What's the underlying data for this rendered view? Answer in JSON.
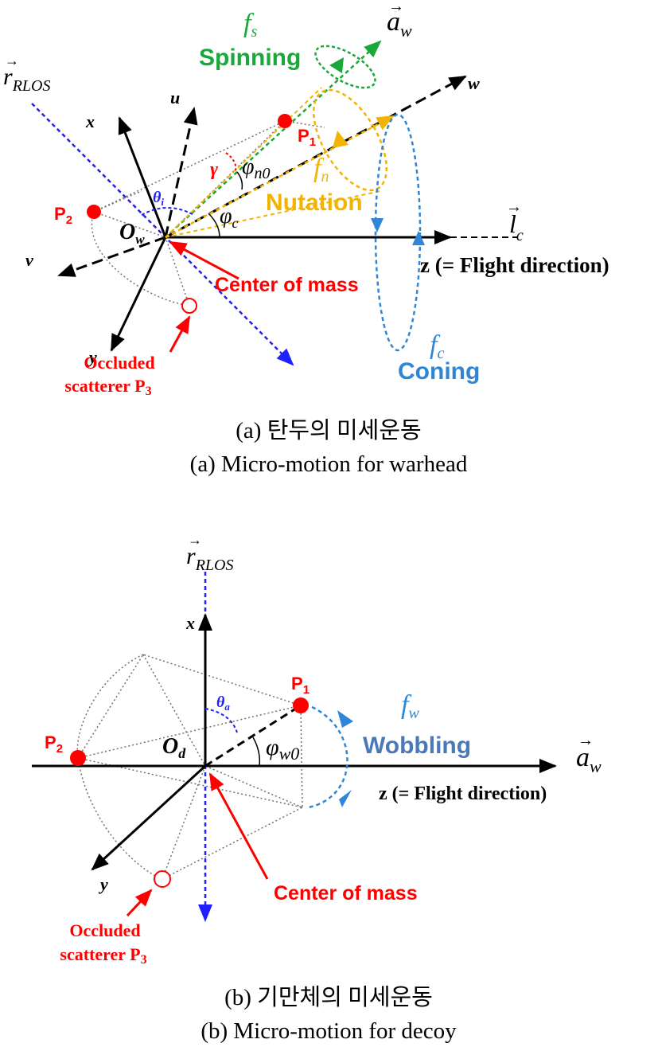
{
  "figure_a": {
    "r_rlos_label": "r",
    "r_rlos_sub": "RLOS",
    "axis_x": "x",
    "axis_y": "y",
    "axis_u": "u",
    "axis_v": "v",
    "axis_w": "w",
    "a_w_label": "a",
    "a_w_sub": "w",
    "l_c_label": "l",
    "l_c_sub": "c",
    "z_label": "z (= Flight direction)",
    "fs": "f",
    "fs_sub": "s",
    "spinning": "Spinning",
    "fn": "f",
    "fn_sub": "n",
    "nutation": "Nutation",
    "fc": "f",
    "fc_sub": "c",
    "coning": "Coning",
    "p1": "P",
    "p1_sub": "1",
    "p2": "P",
    "p2_sub": "2",
    "origin": "O",
    "origin_sub": "w",
    "theta": "θ",
    "theta_sub": "i",
    "gamma": "γ",
    "phi_n0": "φ",
    "phi_n0_sub": "n0",
    "phi_c": "φ",
    "phi_c_sub": "c",
    "center_mass": "Center of mass",
    "occluded_line1": "Occluded",
    "occluded_line2": "scatterer P",
    "occluded_sub": "3",
    "caption_ko": "(a)  탄두의  미세운동",
    "caption_en": "(a)  Micro-motion  for  warhead"
  },
  "figure_b": {
    "r_rlos_label": "r",
    "r_rlos_sub": "RLOS",
    "axis_x": "x",
    "axis_y": "y",
    "a_w_label": "a",
    "a_w_sub": "w",
    "z_label": "z (= Flight direction)",
    "fw": "f",
    "fw_sub": "w",
    "wobbling": "Wobbling",
    "p1": "P",
    "p1_sub": "1",
    "p2": "P",
    "p2_sub": "2",
    "origin": "O",
    "origin_sub": "d",
    "theta": "θ",
    "theta_sub": "a",
    "phi_w0": "φ",
    "phi_w0_sub": "w0",
    "center_mass": "Center of mass",
    "occluded_line1": "Occluded",
    "occluded_line2": "scatterer P",
    "occluded_sub": "3",
    "caption_ko": "(b)  기만체의  미세운동",
    "caption_en": "(b)  Micro-motion  for  decoy"
  },
  "colors": {
    "black": "#000000",
    "red": "#ff0000",
    "blue": "#1f1fff",
    "green": "#1aa83a",
    "yellow": "#f2b400",
    "sky": "#2f86d6",
    "gray": "#707070"
  }
}
